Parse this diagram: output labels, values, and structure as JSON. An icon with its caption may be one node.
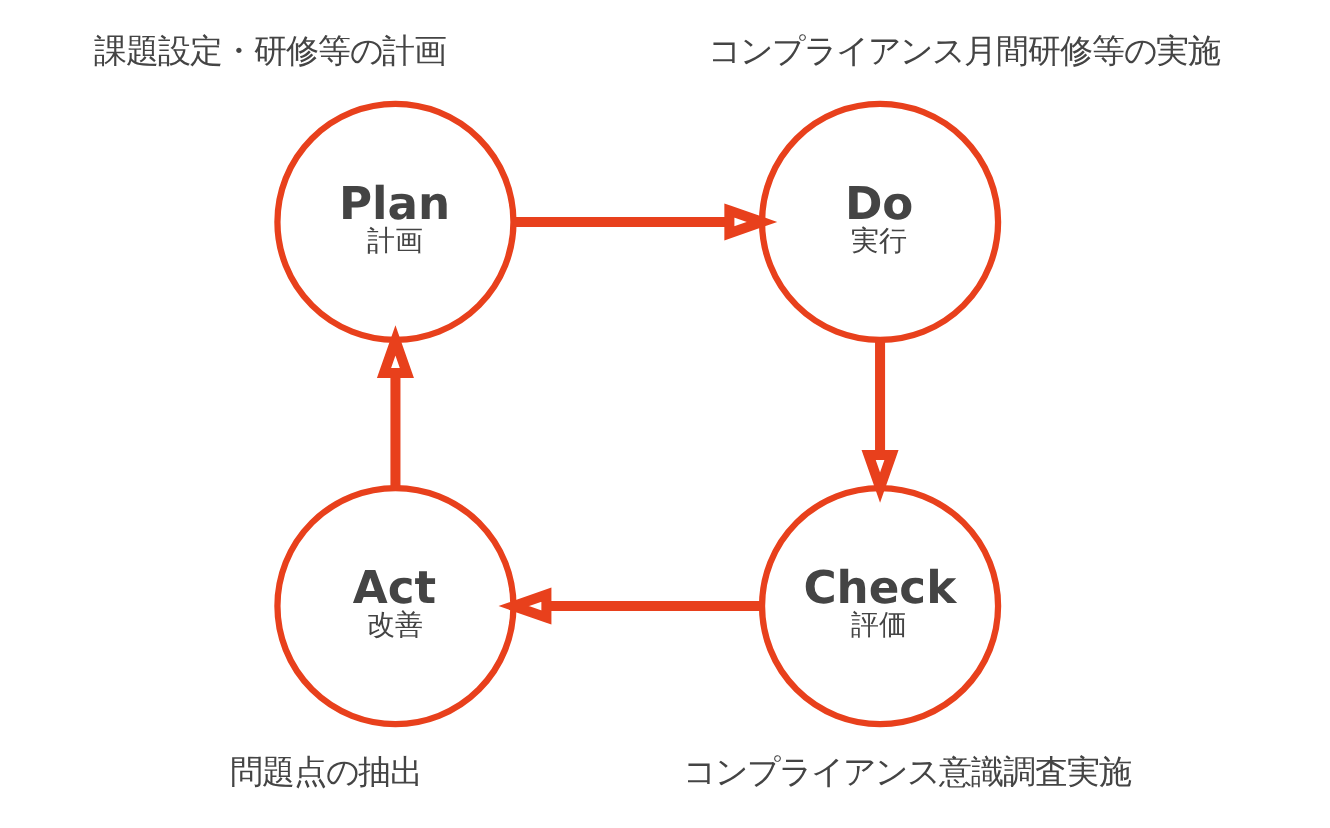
{
  "diagram": {
    "nodes": [
      {
        "text": [
          "Plan",
          "計画"
        ],
        "beside": [
          "課題設定・研修等の計画"
        ]
      },
      {
        "text": [
          "Do",
          "実行"
        ],
        "beside": [
          "コンプライアンス月間研修等の実施"
        ]
      },
      {
        "text": [
          "Check",
          "評価"
        ],
        "beside": [
          "コンプライアンス意識調査実施"
        ]
      },
      {
        "text": [
          "Act",
          "改善"
        ],
        "beside": [
          "問題点の抽出"
        ]
      }
    ],
    "edges": [
      {
        "from": 0,
        "to": 1,
        "arrow": "to"
      },
      {
        "from": 1,
        "to": 2,
        "arrow": "to"
      },
      {
        "from": 2,
        "to": 3,
        "arrow": "to"
      },
      {
        "from": 3,
        "to": 0,
        "arrow": "to"
      }
    ]
  }
}
